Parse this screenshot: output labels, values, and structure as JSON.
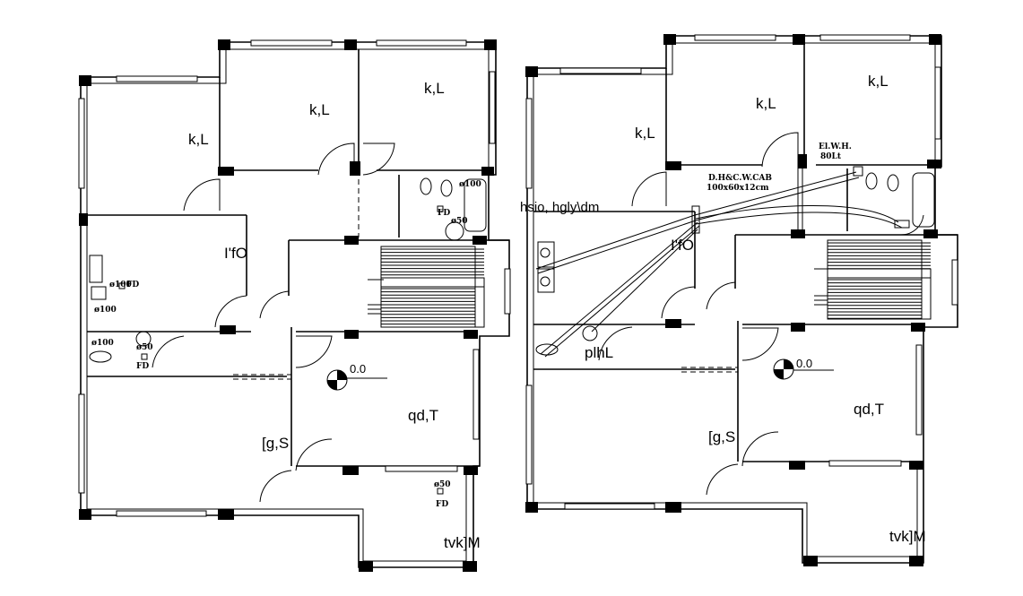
{
  "left_plan": {
    "rooms": [
      {
        "id": "bedroom-1",
        "label": "k,L"
      },
      {
        "id": "bedroom-2",
        "label": "k,L"
      },
      {
        "id": "bedroom-3",
        "label": "k,L"
      },
      {
        "id": "kitchen",
        "label": "I'fO"
      },
      {
        "id": "living",
        "label": "qd,T"
      },
      {
        "id": "dining",
        "label": "[g,S"
      },
      {
        "id": "balcony",
        "label": "tvk]M"
      }
    ],
    "level": "0.0",
    "fixture_tags": [
      "FD",
      "ø100",
      "ø50",
      "ø100",
      "FD",
      "ø100",
      "ø100",
      "ø50",
      "FD",
      "ø50",
      "FD"
    ]
  },
  "right_plan": {
    "rooms": [
      {
        "id": "bedroom-1",
        "label": "k,L"
      },
      {
        "id": "bedroom-2",
        "label": "k,L"
      },
      {
        "id": "bedroom-3",
        "label": "k,L"
      },
      {
        "id": "kitchen",
        "label": "I'fO"
      },
      {
        "id": "toilet",
        "label": "plhL"
      },
      {
        "id": "living",
        "label": "qd,T"
      },
      {
        "id": "dining",
        "label": "[g,S"
      },
      {
        "id": "balcony",
        "label": "tvk]M"
      }
    ],
    "level": "0.0",
    "annotations": {
      "heater": [
        "El.W.H.",
        "80Lt"
      ],
      "cabinet": [
        "D.H&C.W.CAB",
        "100x60x12cm"
      ],
      "pipe_text": "hsio,  hgly\\dm"
    }
  },
  "colors": {
    "ink": "#000000",
    "paper": "#ffffff"
  }
}
